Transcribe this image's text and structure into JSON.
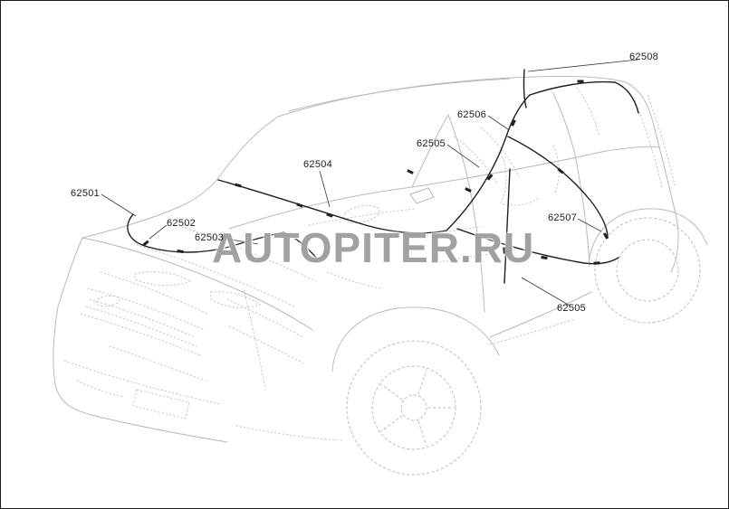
{
  "colors": {
    "background": "#ffffff",
    "border": "#1a1a1a",
    "sketch_line": "#b9b9b9",
    "sketch_dotted": "#c6c6c6",
    "harness_line": "#1f1f1f",
    "leader_line": "#3a3a3a",
    "label_text": "#1c1c1c",
    "watermark_text": "#919191"
  },
  "watermark": {
    "text": "AUTOPITER.RU"
  },
  "diagram": {
    "labels": [
      {
        "text": "62501"
      },
      {
        "text": "62502"
      },
      {
        "text": "62503"
      },
      {
        "text": "62504"
      },
      {
        "text": "62505"
      },
      {
        "text": "62506"
      },
      {
        "text": "62507"
      },
      {
        "text": "62508"
      },
      {
        "text": "62505"
      }
    ]
  }
}
